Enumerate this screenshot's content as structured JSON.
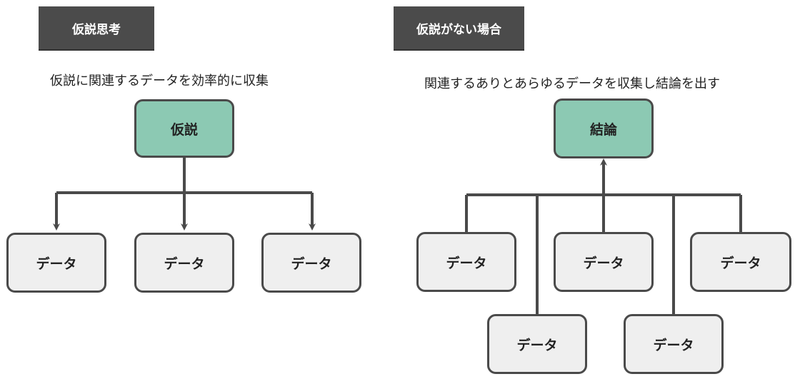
{
  "left": {
    "tag": "仮説思考",
    "caption": "仮説に関連するデータを効率的に収集",
    "top_node": "仮説",
    "data_nodes": [
      "データ",
      "データ",
      "データ"
    ]
  },
  "right": {
    "tag": "仮説がない場合",
    "caption": "関連するありとあらゆるデータを収集し結論を出す",
    "top_node": "結論",
    "data_nodes": [
      "データ",
      "データ",
      "データ",
      "データ",
      "データ"
    ]
  },
  "colors": {
    "node_green": "#8cc9b3",
    "node_gray": "#efefef",
    "line": "#4a4a4a",
    "tag_bg": "#4b4b4b"
  }
}
